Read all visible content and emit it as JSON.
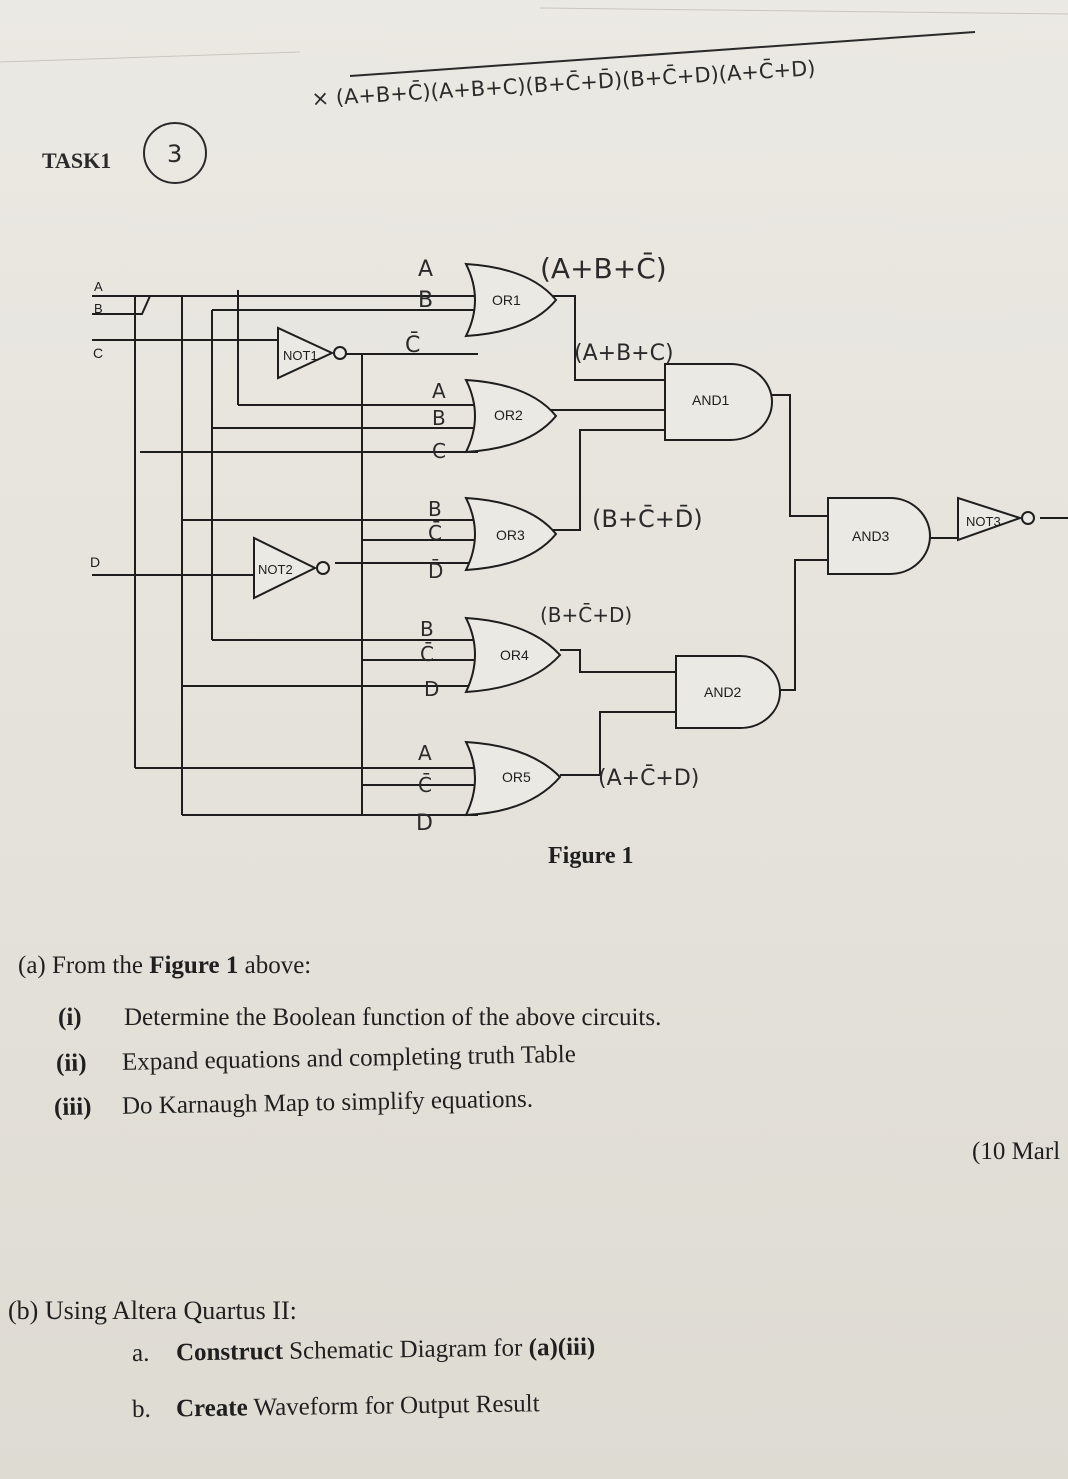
{
  "header": {
    "handwritten_expression": "× (A+B+C̄)(A+B+C)(B+C̄+D̄)(B+C̄+D)(A+C̄+D)",
    "task_label": "TASK1",
    "circled_number": "3"
  },
  "figure": {
    "caption": "Figure 1",
    "inputs": {
      "a": "A",
      "b": "B",
      "c": "C",
      "d": "D"
    },
    "gates": {
      "or1": "OR1",
      "or2": "OR2",
      "or3": "OR3",
      "or4": "OR4",
      "or5": "OR5",
      "and1": "AND1",
      "and2": "AND2",
      "and3": "AND3",
      "not1": "NOT1",
      "not2": "NOT2",
      "not3": "NOT3"
    },
    "handwritten_inputs": {
      "or1": [
        "A",
        "B",
        "C̄"
      ],
      "or2": [
        "A",
        "B",
        "C"
      ],
      "or3": [
        "B",
        "C̄",
        "D̄"
      ],
      "or4": [
        "B",
        "C̄",
        "D"
      ],
      "or5": [
        "A",
        "C̄",
        "D"
      ]
    },
    "handwritten_outputs": {
      "or1": "(A+B+C̄)",
      "or2": "(A+B+C)",
      "or3": "(B+C̄+D̄)",
      "or4": "(B+C̄+D)",
      "or5": "(A+C̄+D)"
    }
  },
  "question_a": {
    "label": "(a)",
    "intro_prefix": "From the ",
    "intro_bold": "Figure 1",
    "intro_suffix": " above:",
    "items": [
      {
        "num": "(i)",
        "text": "Determine the Boolean function of the above circuits."
      },
      {
        "num": "(ii)",
        "text": "Expand equations and completing truth Table"
      },
      {
        "num": "(iii)",
        "text": "Do Karnaugh Map to simplify equations."
      }
    ],
    "marks": "(10 Marl"
  },
  "question_b": {
    "label": "(b)",
    "intro": "Using Altera Quartus II:",
    "items": [
      {
        "num": "a.",
        "bold": "Construct",
        "text": " Schematic Diagram for ",
        "ref": "(a)(iii)"
      },
      {
        "num": "b.",
        "bold": "Create",
        "text": " Waveform for Output Result",
        "ref": ""
      }
    ]
  }
}
